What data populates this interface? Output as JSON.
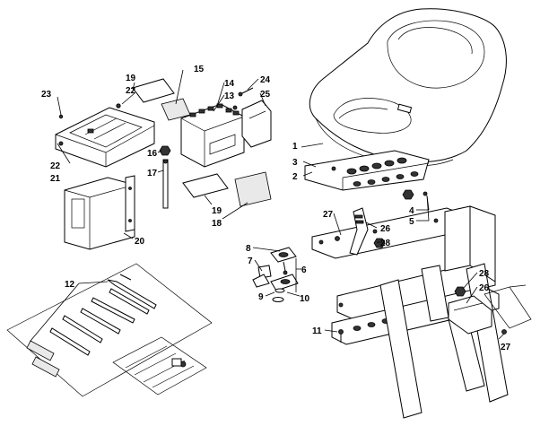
{
  "callouts": {
    "c1": "1",
    "c2": "2",
    "c3": "3",
    "c4": "4",
    "c5": "5",
    "c6": "6",
    "c7": "7",
    "c8": "8",
    "c9": "9",
    "c10": "10",
    "c11": "11",
    "c12": "12",
    "c13": "13",
    "c14": "14",
    "c15": "15",
    "c16": "16",
    "c17": "17",
    "c18": "18",
    "c19a": "19",
    "c19b": "19",
    "c20": "20",
    "c21": "21",
    "c22a": "22",
    "c22b": "22",
    "c23": "23",
    "c24": "24",
    "c25": "25",
    "c26a": "26",
    "c26b": "26",
    "c27a": "27",
    "c27b": "27",
    "c28a": "28",
    "c28b": "28"
  }
}
